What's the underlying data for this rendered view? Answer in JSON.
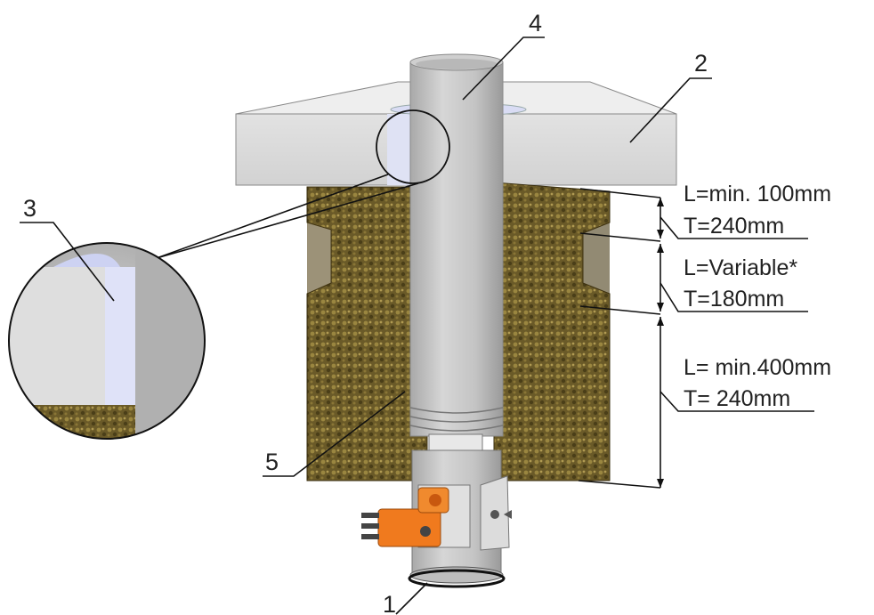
{
  "callouts": {
    "one": "1",
    "two": "2",
    "three": "3",
    "four": "4",
    "five": "5"
  },
  "dimensions": {
    "top": {
      "length": "L=min. 100mm",
      "thickness": "T=240mm"
    },
    "middle": {
      "length": "L=Variable*",
      "thickness": "T=180mm"
    },
    "bottom": {
      "length": "L= min.400mm",
      "thickness": "T= 240mm"
    }
  },
  "colors": {
    "slab": "#e6e6e6",
    "pipe": "#c9c9c9",
    "wool": "#6b5a2a",
    "gap": "#dde0f5",
    "actuator": "#f07a1e"
  }
}
